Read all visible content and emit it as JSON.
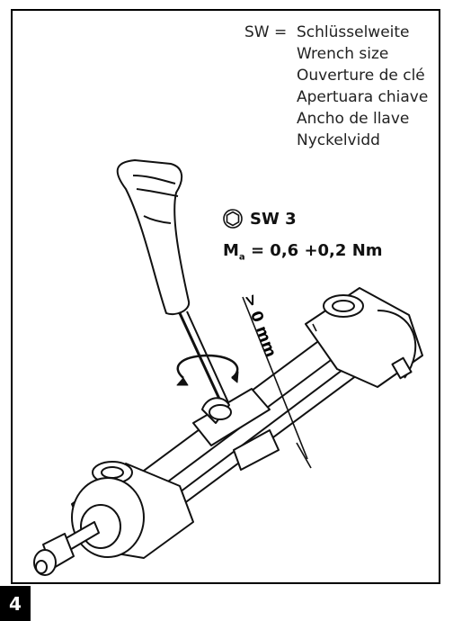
{
  "legend": {
    "prefix": "SW =",
    "entries": [
      "Schlüsselweite",
      "Wrench size",
      "Ouverture de clé",
      "Apertuara chiave",
      "Ancho de llave",
      "Nyckelvidd"
    ]
  },
  "spec": {
    "wrench": "SW 3",
    "torque_symbol": "M",
    "torque_subscript": "a",
    "torque_value": "= 0,6 +0,2 Nm"
  },
  "dimension": {
    "label": "> 0 mm"
  },
  "step_number": "4",
  "icons": {
    "hex": "hexagon-socket-icon",
    "rotation": "rotation-arrow-icon"
  }
}
